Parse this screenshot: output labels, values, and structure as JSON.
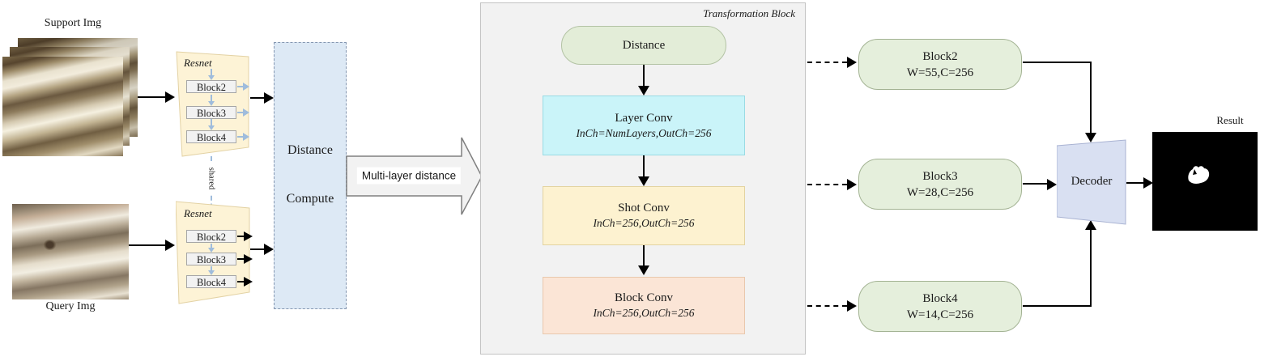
{
  "support": {
    "label": "Support Img"
  },
  "query": {
    "label": "Query Img"
  },
  "encoders": {
    "support": {
      "title": "Resnet",
      "blocks": [
        "Block2",
        "Block3",
        "Block4"
      ]
    },
    "query": {
      "title": "Resnet",
      "blocks": [
        "Block2",
        "Block3",
        "Block4"
      ]
    },
    "shared_label": "shared"
  },
  "distance_compute": {
    "line1": "Distance",
    "line2": "Compute"
  },
  "multilayer_arrow_label": "Multi-layer distance",
  "transformation_block": {
    "title": "Transformation Block",
    "input_pill": "Distance",
    "stages": [
      {
        "name": "Layer Conv",
        "params": "InCh=NumLayers,OutCh=256"
      },
      {
        "name": "Shot Conv",
        "params": "InCh=256,OutCh=256"
      },
      {
        "name": "Block Conv",
        "params": "InCh=256,OutCh=256"
      }
    ]
  },
  "output_blocks": [
    {
      "name": "Block2",
      "dims": "W=55,C=256"
    },
    {
      "name": "Block3",
      "dims": "W=28,C=256"
    },
    {
      "name": "Block4",
      "dims": "W=14,C=256"
    }
  ],
  "decoder_label": "Decoder",
  "result_label": "Result",
  "colors": {
    "resnet_fill": "#fdf3d6",
    "resnet_border": "#e3d2a4",
    "inner_block_fill": "#f2f2f2",
    "blue_arrow": "#9fbcdc",
    "distance_compute_fill": "#dde9f5",
    "transformation_fill": "#f2f2f2",
    "pill_fill": "#e3edd8",
    "layer_conv_fill": "#caf4f9",
    "layer_conv_border": "#99dbe4",
    "shot_conv_fill": "#fdf2d0",
    "shot_conv_border": "#e3d3a0",
    "block_conv_fill": "#fbe5d6",
    "block_conv_border": "#e9c8ad",
    "output_block_fill": "#e5efdc",
    "decoder_fill": "#d9e0f2",
    "big_arrow_fill": "#f2f2f2",
    "mask_fill": "#ffffff"
  }
}
